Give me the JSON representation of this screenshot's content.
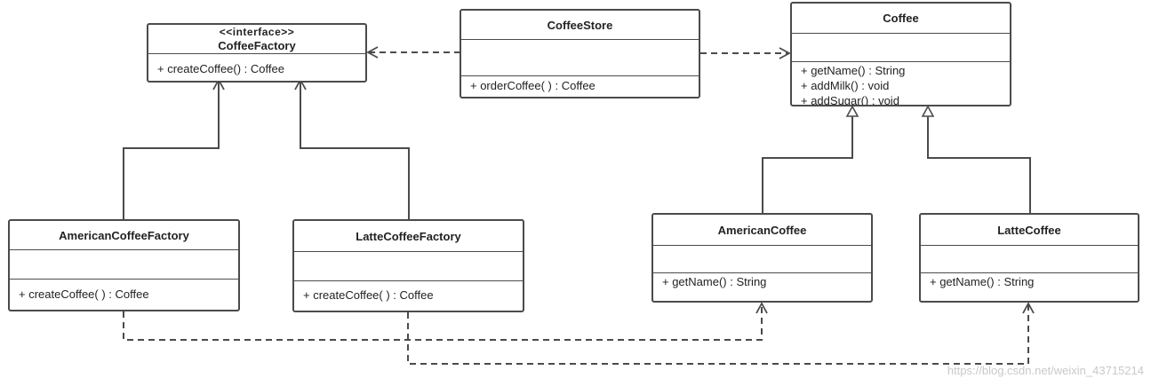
{
  "classes": {
    "coffee_factory": {
      "stereotype": "<<interface>>",
      "name": "CoffeeFactory",
      "operations": [
        "+ createCoffee() : Coffee"
      ]
    },
    "coffee_store": {
      "name": "CoffeeStore",
      "operations": [
        "+ orderCoffee( ) : Coffee"
      ]
    },
    "coffee": {
      "name": "Coffee",
      "operations": [
        "+ getName() : String",
        "+ addMilk() : void",
        "+ addSugar() : void"
      ]
    },
    "american_coffee_factory": {
      "name": "AmericanCoffeeFactory",
      "operations": [
        "+ createCoffee( ) : Coffee"
      ]
    },
    "latte_coffee_factory": {
      "name": "LatteCoffeeFactory",
      "operations": [
        "+ createCoffee( ) : Coffee"
      ]
    },
    "american_coffee": {
      "name": "AmericanCoffee",
      "operations": [
        "+ getName() : String"
      ]
    },
    "latte_coffee": {
      "name": "LatteCoffee",
      "operations": [
        "+ getName() : String"
      ]
    }
  },
  "relationships": [
    {
      "kind": "dependency",
      "from": "coffee_store",
      "to": "coffee_factory"
    },
    {
      "kind": "dependency",
      "from": "coffee_store",
      "to": "coffee"
    },
    {
      "kind": "association",
      "from": "american_coffee_factory",
      "to": "coffee_factory"
    },
    {
      "kind": "association",
      "from": "latte_coffee_factory",
      "to": "coffee_factory"
    },
    {
      "kind": "generalization",
      "from": "american_coffee",
      "to": "coffee"
    },
    {
      "kind": "generalization",
      "from": "latte_coffee",
      "to": "coffee"
    },
    {
      "kind": "dependency",
      "from": "american_coffee_factory",
      "to": "american_coffee"
    },
    {
      "kind": "dependency",
      "from": "latte_coffee_factory",
      "to": "latte_coffee"
    }
  ],
  "watermark": "https://blog.csdn.net/weixin_43715214",
  "colors": {
    "line": "#4b4b4b",
    "box_fill": "#ffffff",
    "text": "#222222",
    "watermark": "#c9c9c9"
  }
}
